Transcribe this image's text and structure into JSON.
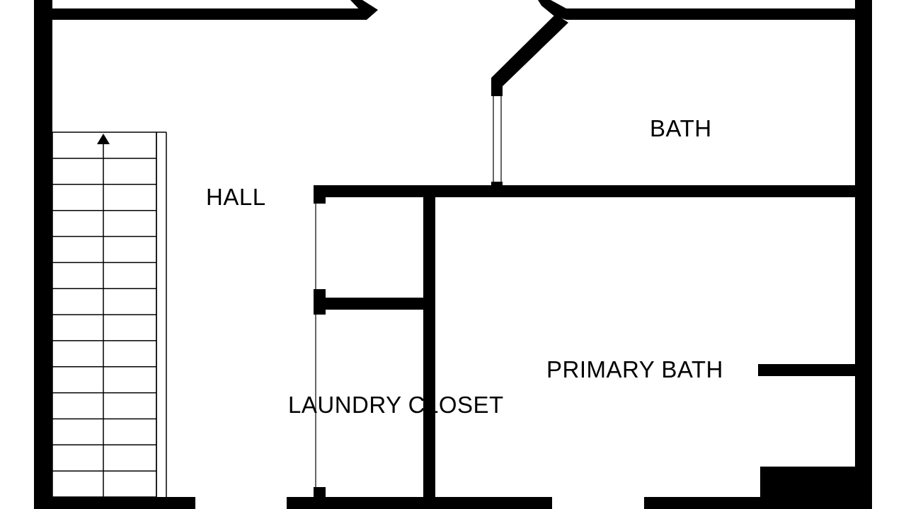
{
  "rooms": {
    "hall": "HALL",
    "bath": "BATH",
    "primary_bath": "PRIMARY BATH",
    "laundry_closet": "LAUNDRY CLOSET"
  },
  "stairs": {
    "direction": "up",
    "tread_count": 14
  },
  "colors": {
    "wall": "#000000",
    "background": "#ffffff"
  }
}
